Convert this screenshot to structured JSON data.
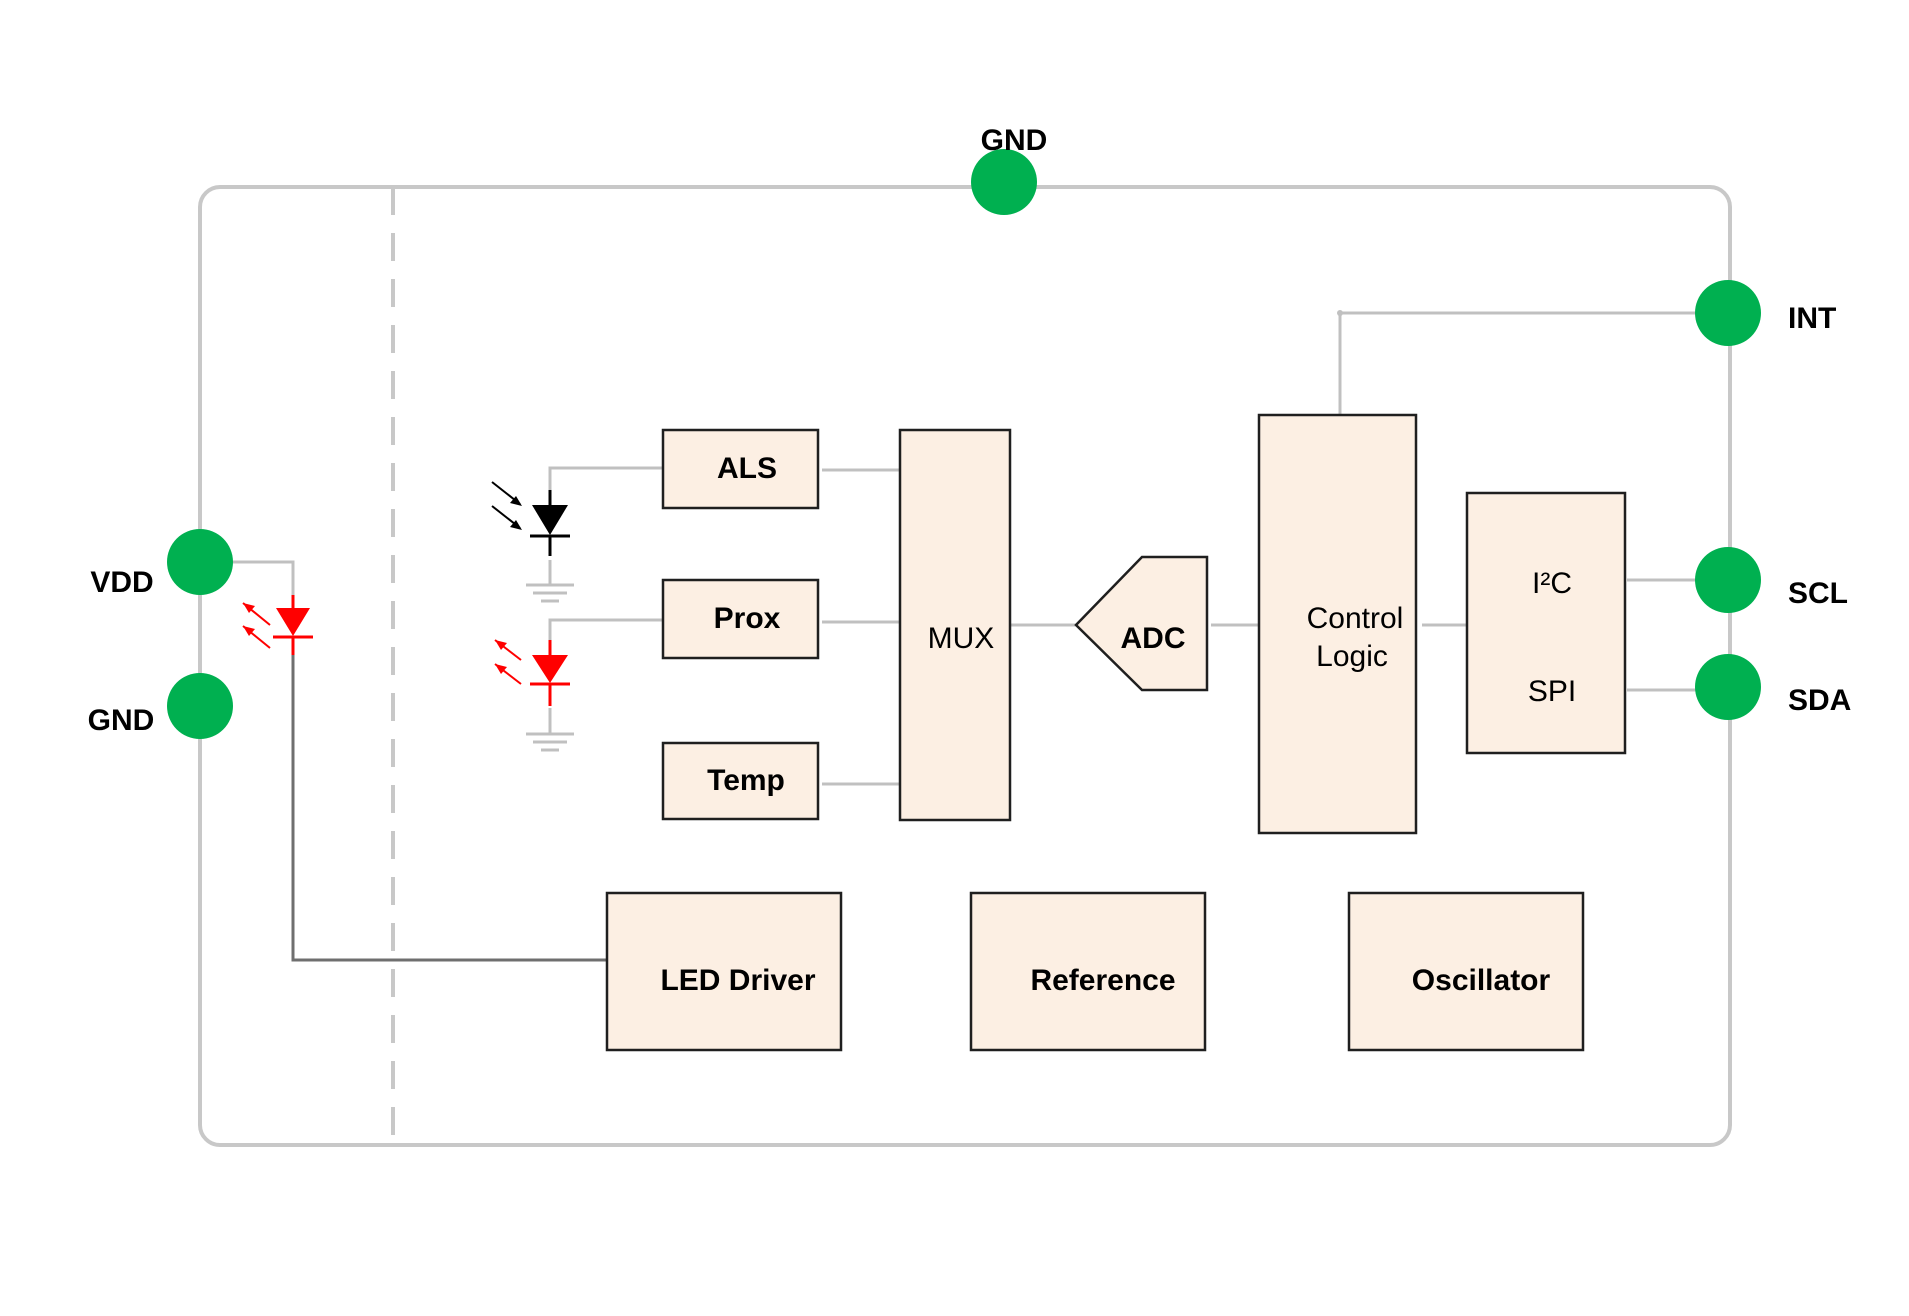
{
  "pins": {
    "gnd_top": "GND",
    "int": "INT",
    "vdd": "VDD",
    "gnd_left": "GND",
    "scl": "SCL",
    "sda": "SDA"
  },
  "blocks": {
    "als": "ALS",
    "prox": "Prox",
    "temp": "Temp",
    "mux": "MUX",
    "adc": "ADC",
    "control_line1": "Control",
    "control_line2": "Logic",
    "i2c": "I²C",
    "spi": "SPI",
    "led_driver": "LED Driver",
    "reference": "Reference",
    "oscillator": "Oscillator"
  },
  "colors": {
    "pin": "#00b050",
    "block_fill": "#fcefe3",
    "led": "#ff0000",
    "photodiode": "#000000",
    "wire": "#c0c0c0"
  }
}
